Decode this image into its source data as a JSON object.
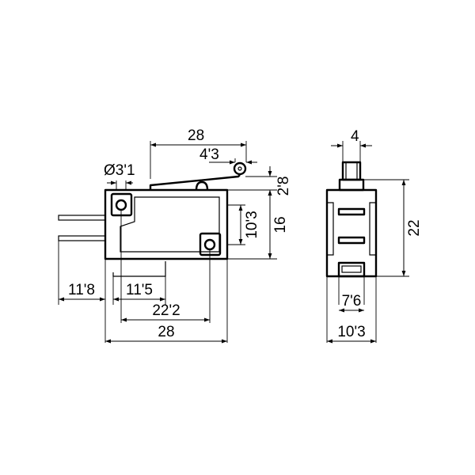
{
  "drawing": {
    "side_view": {
      "dims": {
        "overall_top": "28",
        "roller_offset": "4'3",
        "hole_dia": "Ø3'1",
        "lever_height": "2'8",
        "hole_spacing_v": "10'3",
        "body_height": "16",
        "pin_offset": "11'8",
        "pin_spacing": "11'5",
        "hole_spacing_h": "22'2",
        "body_width": "28"
      }
    },
    "front_view": {
      "dims": {
        "roller_width": "4",
        "height": "22",
        "slot_width": "7'6",
        "width": "10'3"
      }
    }
  }
}
